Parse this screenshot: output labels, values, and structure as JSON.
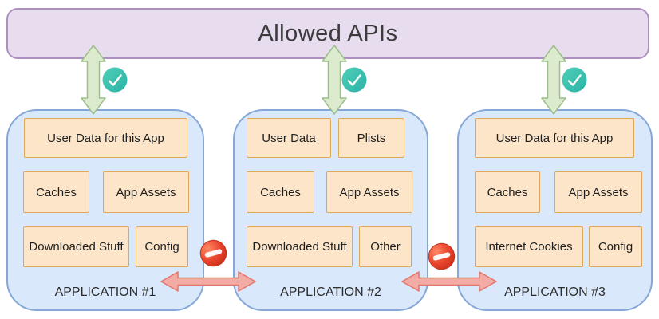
{
  "diagram": {
    "api_bar": {
      "label": "Allowed APIs"
    },
    "applications": [
      {
        "label": "APPLICATION #1",
        "boxes": {
          "user_data": "User Data for this App",
          "caches": "Caches",
          "app_assets": "App Assets",
          "downloaded": "Downloaded Stuff",
          "config": "Config"
        }
      },
      {
        "label": "APPLICATION #2",
        "boxes": {
          "user_data": "User Data",
          "plists": "Plists",
          "caches": "Caches",
          "app_assets": "App Assets",
          "downloaded": "Downloaded Stuff",
          "other": "Other"
        }
      },
      {
        "label": "APPLICATION #3",
        "boxes": {
          "user_data": "User Data for this App",
          "caches": "Caches",
          "app_assets": "App Assets",
          "cookies": "Internet Cookies",
          "config": "Config"
        }
      }
    ],
    "icons": {
      "allowed": "check-circle",
      "blocked": "no-entry"
    },
    "colors": {
      "api_bar_fill": "#e7ddee",
      "api_bar_border": "#ae90c0",
      "app_fill": "#d9e8fa",
      "app_border": "#86a8d8",
      "item_fill": "#fce5c9",
      "item_border": "#dfa858",
      "allow_arrow_fill": "#dcebce",
      "allow_arrow_border": "#9cbe88",
      "check_badge_fill": "#35beab",
      "deny_arrow_fill": "#f3aca5",
      "deny_arrow_border": "#e3766c",
      "deny_sign_fill": "#e23b25"
    }
  }
}
